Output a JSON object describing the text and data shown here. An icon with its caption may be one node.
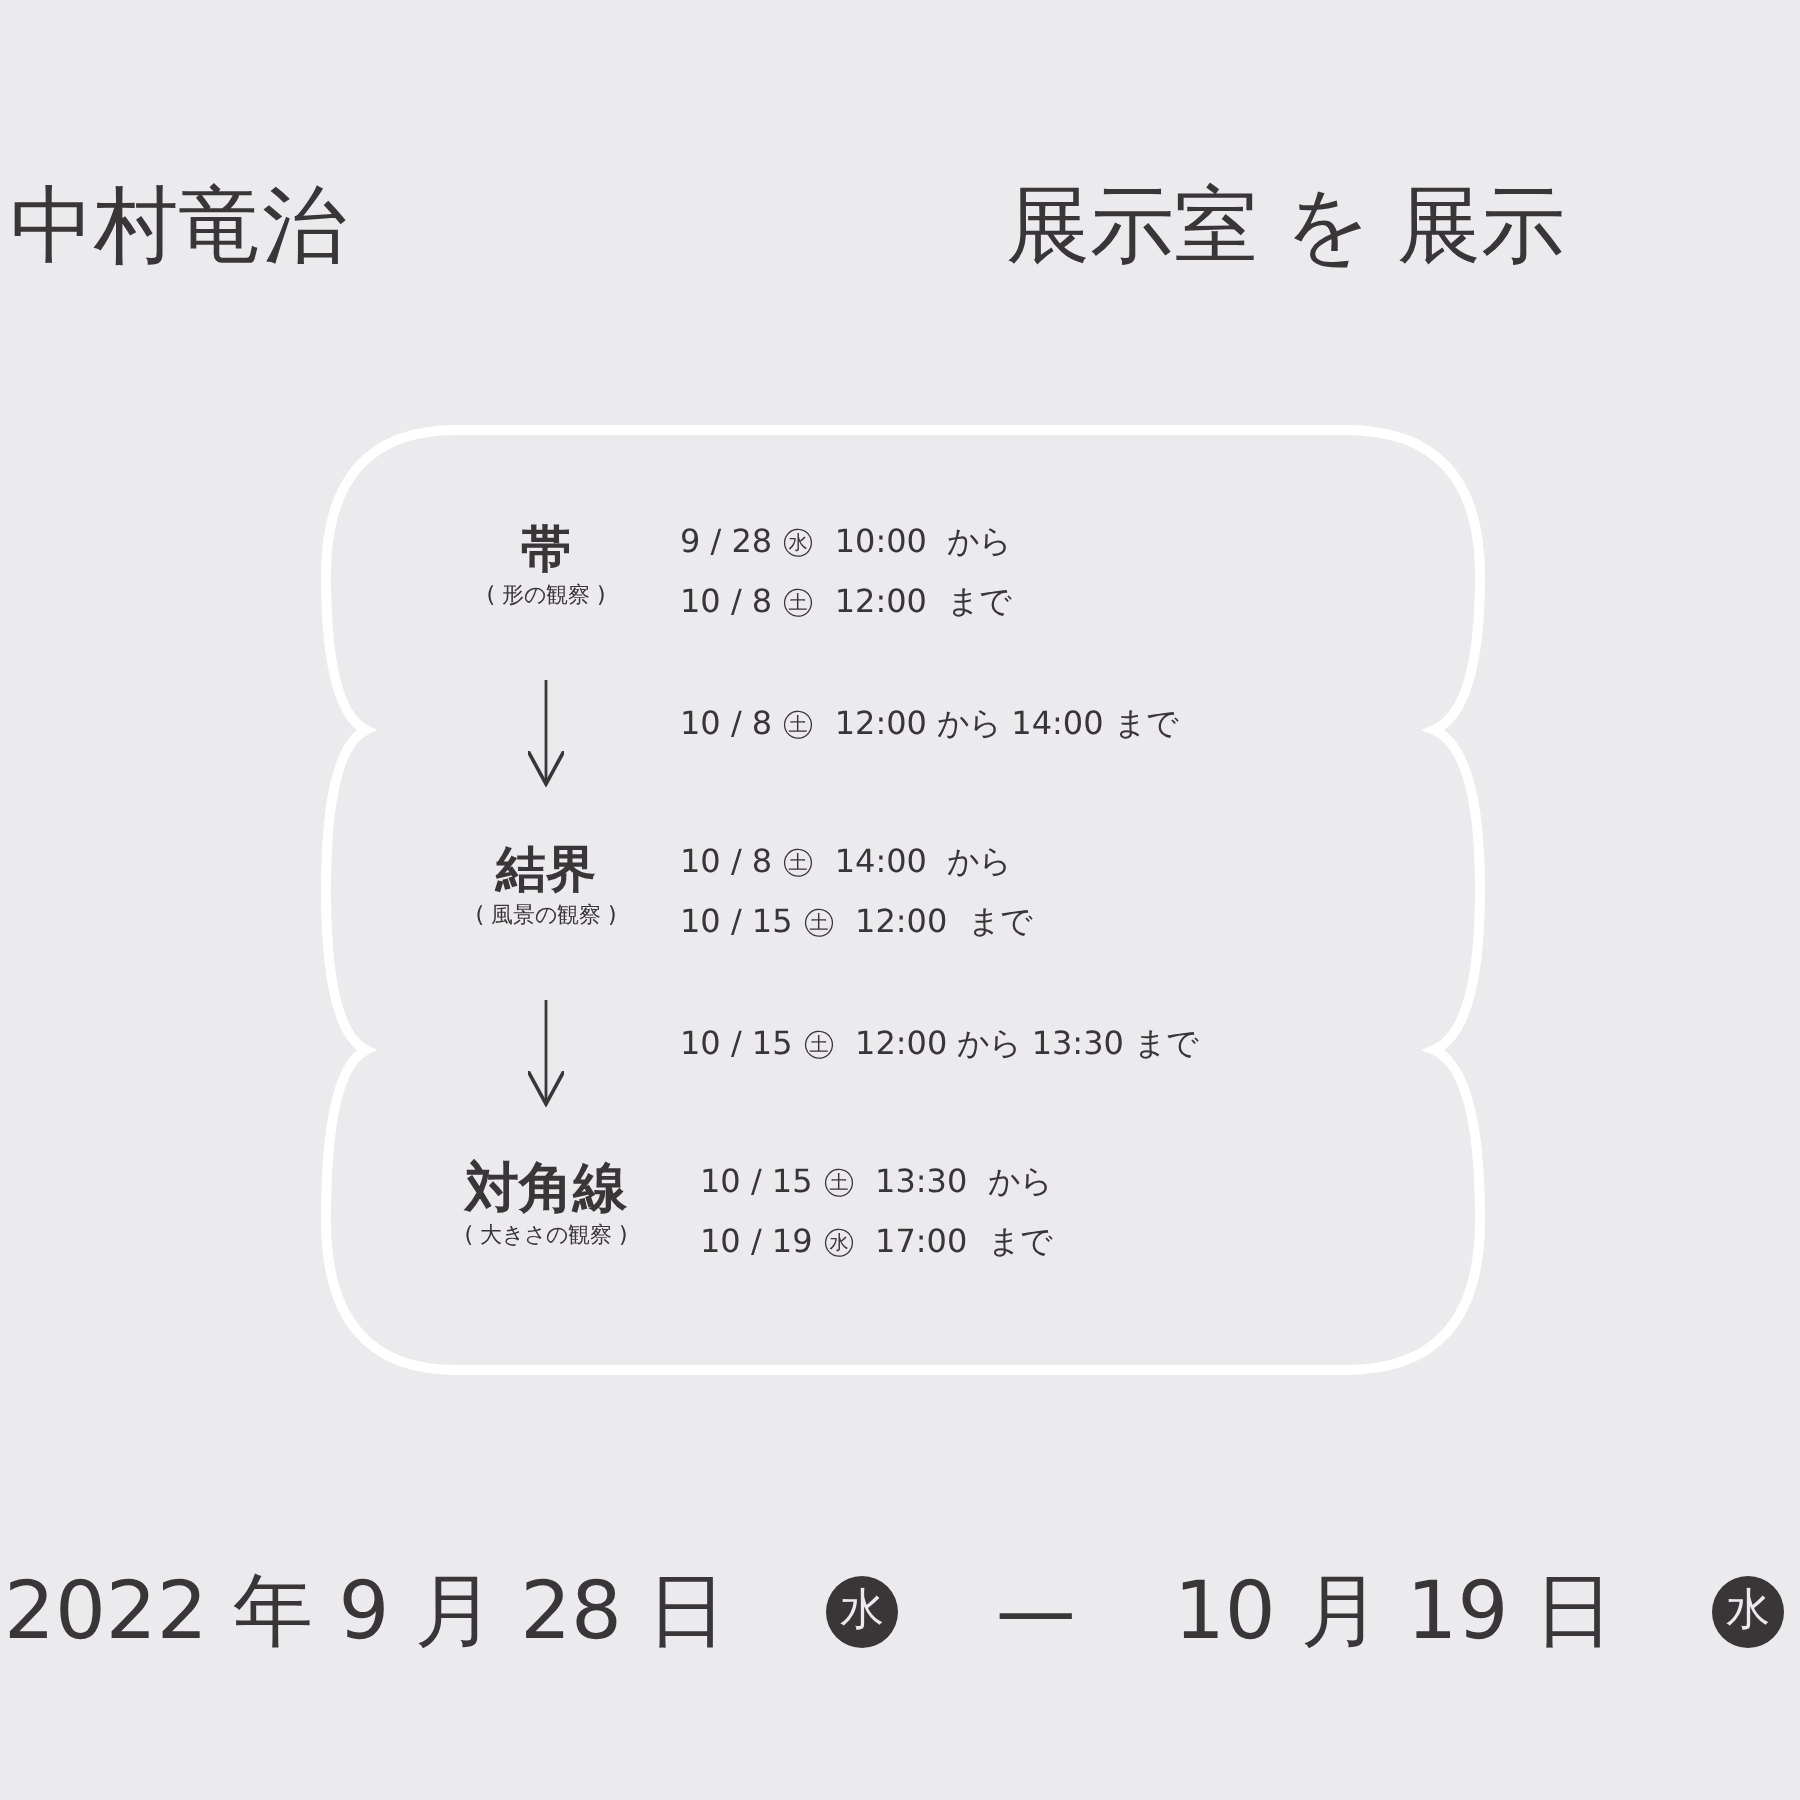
{
  "diagram": {
    "nodes": [
      {
        "text": [],
        "shape": "cloud"
      },
      {
        "text": [
          "帯",
          "( 形の観察 )"
        ],
        "in": 0,
        "beside": [
          "9 / 28 ㊌  10:00  から",
          "10 / 8 ㊏  12:00  まで"
        ]
      },
      {
        "text": [
          "結界",
          "( 風景の観察 )"
        ],
        "in": 0,
        "beside": [
          "10 / 8 ㊏  14:00  から",
          "10 / 15 ㊏  12:00  まで"
        ]
      },
      {
        "text": [
          "対角線",
          "( 大きさの観察 )"
        ],
        "in": 0,
        "beside": [
          "10 / 15 ㊏  13:30  から",
          "10 / 19 ㊌  17:00  まで"
        ]
      }
    ],
    "edges": [
      {
        "from": 1,
        "to": 2,
        "arrow": "to",
        "label": "10 / 8 ㊏  12:00 から 14:00 まで"
      },
      {
        "from": 2,
        "to": 3,
        "arrow": "to",
        "label": "10 / 15 ㊏  12:00 から 13:30 まで"
      }
    ],
    "labels": [
      "中村竜治",
      "展示室 を 展示",
      "2022 年 9 月 28 日",
      "水",
      "—",
      "10 月 19 日",
      "水"
    ]
  }
}
